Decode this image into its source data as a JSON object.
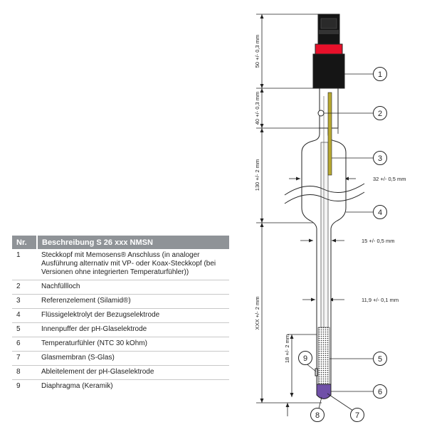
{
  "legend": {
    "header_nr": "Nr.",
    "header_desc": "Beschreibung S 26 xxx NMSN",
    "rows": [
      {
        "nr": "1",
        "desc": "Steckkopf mit Memosens® Anschluss (in analoger Ausführung alternativ mit VP- oder Koax-Steckkopf (bei Versionen ohne integrierten Temperaturfühler))"
      },
      {
        "nr": "2",
        "desc": "Nachfüllloch"
      },
      {
        "nr": "3",
        "desc": "Referenzelement (Silamid®)"
      },
      {
        "nr": "4",
        "desc": "Flüssigelektrolyt der Bezugselektrode"
      },
      {
        "nr": "5",
        "desc": "Innenpuffer der pH-Glaselektrode"
      },
      {
        "nr": "6",
        "desc": "Temperaturfühler (NTC 30 kOhm)"
      },
      {
        "nr": "7",
        "desc": "Glasmembran (S-Glas)"
      },
      {
        "nr": "8",
        "desc": "Ableitelement der pH-Glaselektrode"
      },
      {
        "nr": "9",
        "desc": "Diaphragma (Keramik)"
      }
    ]
  },
  "dimensions": {
    "head_length": "50 +/- 0,3 mm",
    "refill_section": "40 +/- 0,3 mm",
    "wide_shaft_length": "130 +/- 2 mm",
    "wide_diameter": "32 +/- 0,5 mm",
    "narrow_diameter": "15 +/- 0,5 mm",
    "tip_diameter": "11,9 +/- 0,1 mm",
    "total_length": "XXX +/- 2 mm",
    "tip_length": "18 +/- 2 mm"
  },
  "callouts": [
    "1",
    "2",
    "3",
    "4",
    "5",
    "6",
    "7",
    "8",
    "9"
  ],
  "colors": {
    "header_bg": "#8f9397",
    "connector_black": "#151515",
    "connector_red": "#e8102a",
    "inner_rod": "#b8a830",
    "membrane": "#7050a8"
  }
}
